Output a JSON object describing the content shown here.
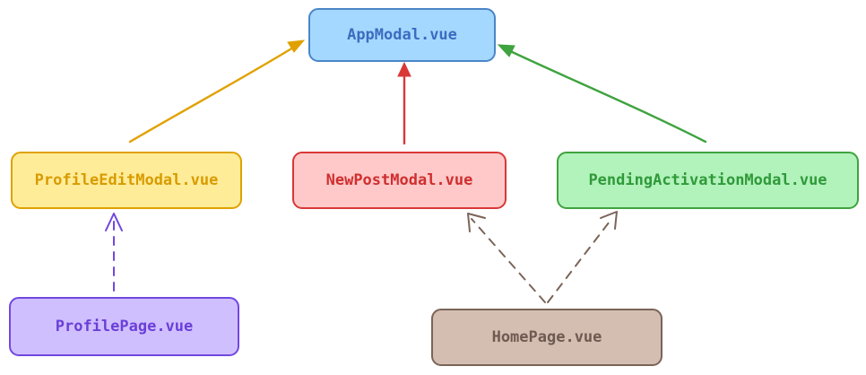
{
  "nodes": {
    "app_modal": {
      "label": "AppModal.vue",
      "fill": "#a5d8ff",
      "stroke": "#4a86c8",
      "text": "#3b6cc0"
    },
    "profile_edit_modal": {
      "label": "ProfileEditModal.vue",
      "fill": "#ffec99",
      "stroke": "#e0a100",
      "text": "#d89b00"
    },
    "new_post_modal": {
      "label": "NewPostModal.vue",
      "fill": "#ffc9c9",
      "stroke": "#d83838",
      "text": "#cf2f2f"
    },
    "pending_activation_modal": {
      "label": "PendingActivationModal.vue",
      "fill": "#b2f2bb",
      "stroke": "#3fa33f",
      "text": "#2f9a3a"
    },
    "profile_page": {
      "label": "ProfilePage.vue",
      "fill": "#d0bfff",
      "stroke": "#7048e0",
      "text": "#6a3fd8"
    },
    "home_page": {
      "label": "HomePage.vue",
      "fill": "#d4bdb1",
      "stroke": "#7a6458",
      "text": "#6e5a50"
    }
  },
  "edges": {
    "profile_edit_to_app": {
      "color": "#e0a100",
      "style": "solid"
    },
    "new_post_to_app": {
      "color": "#d83838",
      "style": "solid"
    },
    "pending_to_app": {
      "color": "#3fa33f",
      "style": "solid"
    },
    "profile_page_to_profile_edit": {
      "color": "#7048e0",
      "style": "dashed"
    },
    "home_to_new_post": {
      "color": "#7a6458",
      "style": "dashed"
    },
    "home_to_pending": {
      "color": "#7a6458",
      "style": "dashed"
    }
  }
}
